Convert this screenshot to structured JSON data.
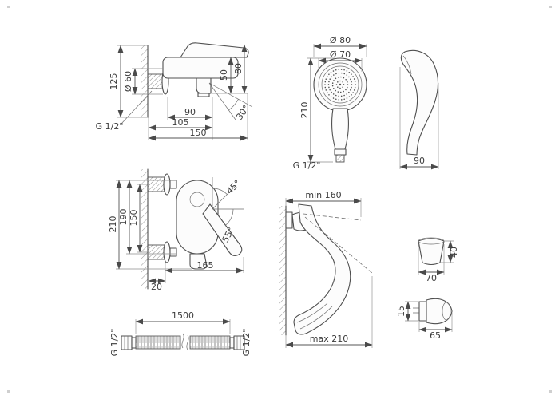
{
  "page": {
    "background": "#ffffff",
    "line_color": "#4f4f4f",
    "text_color": "#3b3b3b"
  },
  "labels": {
    "mixer_side": {
      "h125": "125",
      "d60": "Ø 60",
      "thread": "G 1/2\"",
      "w90": "90",
      "w105": "105",
      "w150": "150",
      "h50": "50",
      "h80": "80",
      "a30": "30°"
    },
    "mixer_front": {
      "h210": "210",
      "h190": "190",
      "h150": "150",
      "w20": "20",
      "w165": "165",
      "a45": "45°",
      "a55": "55°"
    },
    "hose": {
      "length": "1500",
      "thread_left": "G 1/2\"",
      "thread_right": "G 1/2\""
    },
    "head_front": {
      "d80": "Ø 80",
      "d70": "Ø 70",
      "h210": "210",
      "thread": "G 1/2\""
    },
    "head_side": {
      "w90": "90"
    },
    "holder": {
      "min": "min 160",
      "max": "max 210"
    },
    "bracket_cone": {
      "w70": "70",
      "h40": "40"
    },
    "bracket_mount": {
      "w65": "65",
      "h15": "15"
    }
  }
}
